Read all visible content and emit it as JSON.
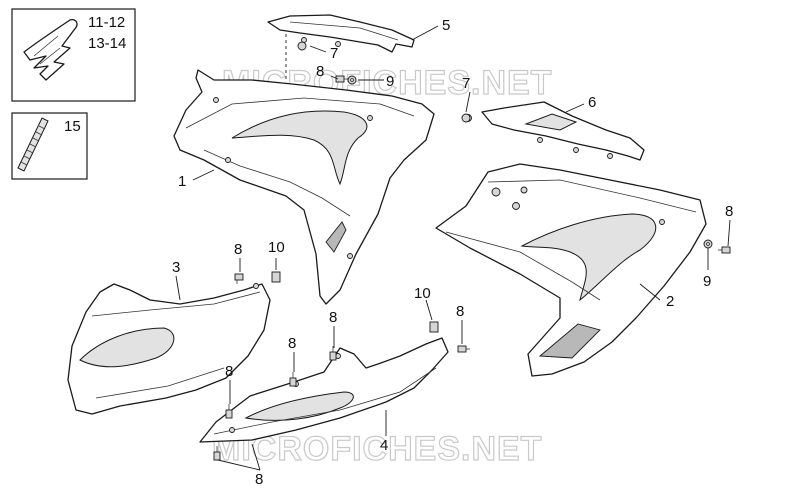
{
  "watermark": "MICROFICHES.NET",
  "callouts": {
    "c1": "1",
    "c2": "2",
    "c3": "3",
    "c4": "4",
    "c5": "5",
    "c6": "6",
    "c7a": "7",
    "c7b": "7",
    "c8a": "8",
    "c8b": "8",
    "c8c": "8",
    "c8d": "8",
    "c8e": "8",
    "c8f": "8",
    "c8g": "8",
    "c9a": "9",
    "c9b": "9",
    "c10a": "10",
    "c10b": "10",
    "c15": "15"
  },
  "inset_decal": {
    "line1": "11-12",
    "line2": "13-14"
  }
}
